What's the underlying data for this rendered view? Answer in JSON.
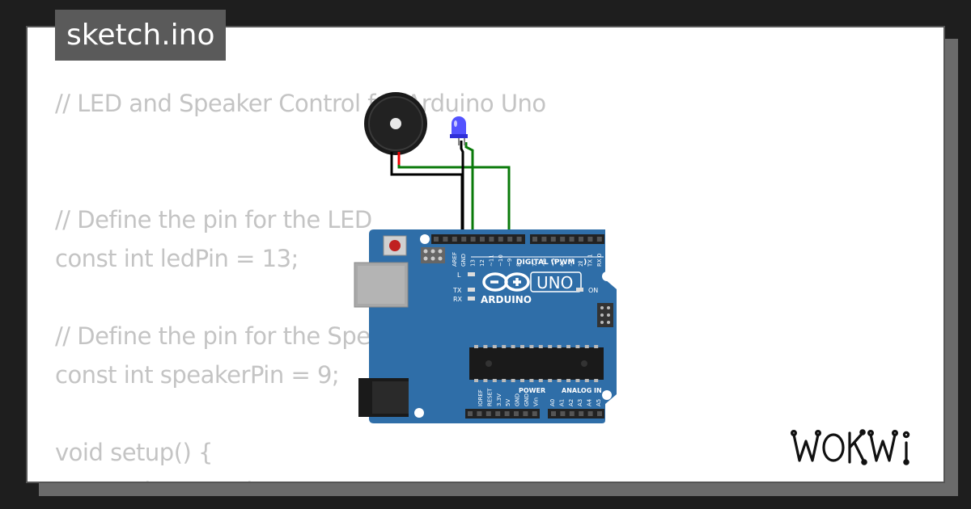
{
  "project": {
    "title": "sketch.ino"
  },
  "code_lines": [
    "// LED and Speaker Control for Arduino Uno",
    "",
    "",
    "// Define the pin for the LED",
    "const int ledPin = 13;",
    "",
    "// Define the pin for the Speaker",
    "const int speakerPin = 9;",
    "",
    "void setup() {",
    "  // Set the LED pin as output"
  ],
  "board": {
    "name": "UNO",
    "brand": "ARDUINO",
    "digital_label": "DIGITAL (PWM ~)",
    "power_label": "POWER",
    "analog_label": "ANALOG IN",
    "on_label": "ON",
    "led_l": "L",
    "led_tx": "TX",
    "led_rx": "RX",
    "digital_pins": [
      "AREF",
      "GND",
      "13",
      "12",
      "~11",
      "~10",
      "~9",
      "8",
      "7",
      "~6",
      "~5",
      "4",
      "~3",
      "2",
      "TX 1",
      "RX 0"
    ],
    "power_pins": [
      "IOREF",
      "RESET",
      "3.3V",
      "5V",
      "GND",
      "GND",
      "Vin"
    ],
    "analog_pins": [
      "A0",
      "A1",
      "A2",
      "A3",
      "A4",
      "A5"
    ]
  },
  "components": {
    "buzzer": "buzzer",
    "led": "led"
  },
  "colors": {
    "board": "#2f6ea8",
    "wire_black": "#000000",
    "wire_green": "#008000",
    "wire_red": "#ff0000",
    "led": "#3a3aff"
  },
  "brand": {
    "logo": "WOKWi"
  }
}
